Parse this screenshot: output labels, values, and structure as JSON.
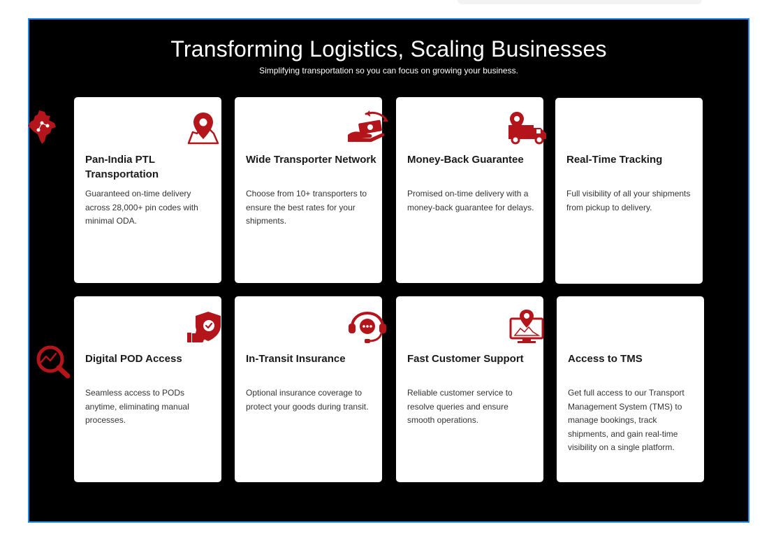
{
  "section": {
    "title": "Transforming Logistics, Scaling Businesses",
    "subtitle": "Simplifying transportation so you can focus on growing your business."
  },
  "colors": {
    "accent": "#b3151b",
    "background": "#000000",
    "card": "#ffffff",
    "frame_border": "#1e88e5"
  },
  "cards": [
    {
      "title": "Pan-India PTL Transportation",
      "description": "Guaranteed on-time delivery across 28,000+ pin codes with minimal ODA.",
      "icon": "map-pin-icon"
    },
    {
      "title": "Wide Transporter Network",
      "description": "Choose from 10+ transporters to ensure the best rates for your shipments.",
      "icon": "money-hand-icon"
    },
    {
      "title": "Money-Back Guarantee",
      "description": "Promised on-time delivery with a money-back guarantee for delays.",
      "icon": "delivery-truck-icon"
    },
    {
      "title": "Real-Time Tracking",
      "description": "Full visibility of all your shipments from pickup to delivery.",
      "icon": "tracking-magnifier-icon"
    },
    {
      "title": "Digital POD Access",
      "description": "Seamless access to PODs anytime, eliminating manual processes.",
      "icon": "shield-thumbs-up-icon"
    },
    {
      "title": "In-Transit Insurance",
      "description": "Optional insurance coverage to protect your goods during transit.",
      "icon": "support-headset-icon"
    },
    {
      "title": "Fast Customer Support",
      "description": "Reliable customer service to resolve queries and ensure smooth operations.",
      "icon": "monitor-location-icon"
    },
    {
      "title": "Access to TMS",
      "description": "Get full access to our Transport Management System (TMS) to manage bookings, track shipments, and gain real-time visibility on a single platform.",
      "icon": "india-map-icon"
    }
  ]
}
